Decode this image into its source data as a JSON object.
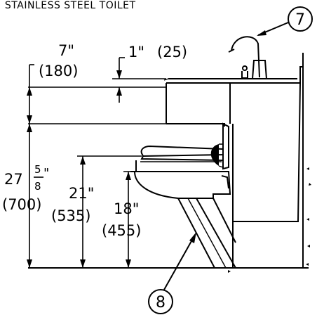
{
  "title": ". STAINLESS STEEL TOILET",
  "dimensions": {
    "top_width_in": "7\"",
    "top_width_mm": "(180)",
    "deck_thickness_in": "1\"",
    "deck_thickness_mm": "(25)",
    "overall_height_whole": "27",
    "overall_height_num": "5",
    "overall_height_den": "8",
    "overall_height_inch_mark": "\"",
    "overall_height_mm": "(700)",
    "seat_height_in": "21\"",
    "seat_height_mm": "(535)",
    "bowl_height_in": "18\"",
    "bowl_height_mm": "(455)"
  },
  "callouts": {
    "faucet": "7",
    "toilet_base": "8"
  }
}
